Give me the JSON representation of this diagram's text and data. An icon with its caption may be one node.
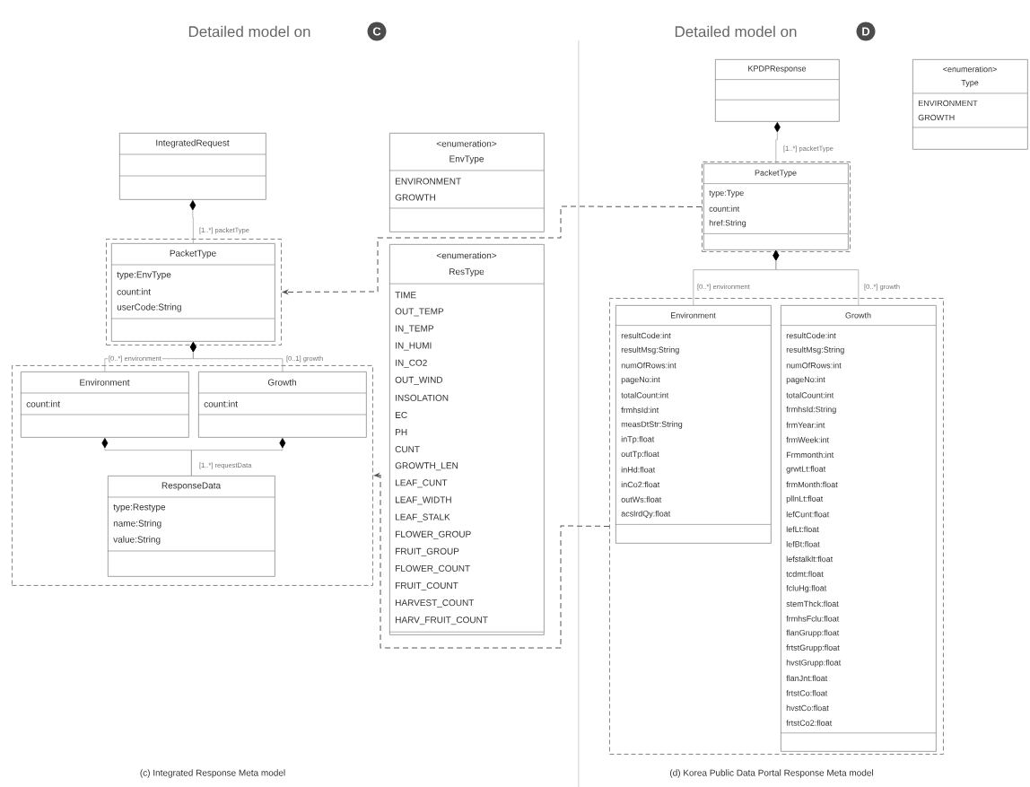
{
  "diagram": {
    "nodes": [
      {
        "text": [
          "IntegratedRequest"
        ]
      },
      {
        "text": [],
        "shape": "box"
      },
      {
        "text": [
          "PacketType",
          "type:EnvType",
          "count:int",
          "userCode:String"
        ],
        "in": 1
      },
      {
        "text": [],
        "shape": "box"
      },
      {
        "text": [
          "Environment",
          "count:int"
        ],
        "in": 3
      },
      {
        "text": [
          "Growth",
          "count:int"
        ],
        "in": 3
      },
      {
        "text": [
          "ResponseData",
          "type:Restype",
          "name:String",
          "value:String"
        ],
        "in": 3
      },
      {
        "text": [
          "<enumeration>",
          "EnvType",
          "ENVIRONMENT",
          "GROWTH"
        ]
      },
      {
        "text": [
          "<enumeration>",
          "ResType",
          "TIME",
          "OUT_TEMP",
          "IN_TEMP",
          "IN_HUMI",
          "IN_CO2",
          "OUT_WIND",
          "INSOLATION",
          "EC",
          "PH",
          "CUNT",
          "GROWTH_LEN",
          "LEAF_CUNT",
          "LEAF_WIDTH",
          "LEAF_STALK",
          "FLOWER_GROUP",
          "FRUIT_GROUP",
          "FLOWER_COUNT",
          "FRUIT_COUNT",
          "HARVEST_COUNT",
          "HARV_FRUIT_COUNT"
        ]
      },
      {
        "text": [
          "KPDPResponse"
        ]
      },
      {
        "text": [
          "<enumeration>",
          "Type",
          "ENVIRONMENT",
          "GROWTH"
        ]
      },
      {
        "text": [],
        "shape": "box"
      },
      {
        "text": [
          "PacketType",
          "type:Type",
          "count:int",
          "href:String"
        ],
        "in": 11
      },
      {
        "text": [],
        "shape": "box"
      },
      {
        "text": [
          "Environment",
          "resultCode:int",
          "resultMsg:String",
          "numOfRows:int",
          "pageNo:int",
          "totalCount:int",
          "frmhsId:int",
          "measDtStr:String",
          "inTp:float",
          "outTp:float",
          "inHd:float",
          "inCo2:float",
          "outWs:float",
          "acslrdQy:float"
        ],
        "in": 13
      },
      {
        "text": [
          "Growth",
          "resultCode:int",
          "resultMsg:String",
          "numOfRows:int",
          "pageNo:int",
          "totalCount:int",
          "frmhsId:String",
          "frmYear:int",
          "frmWeek:int",
          "Frmmonth:int",
          "grwtLt:float",
          "frmMonth:float",
          "pllnLt:float",
          "lefCunt:float",
          "lefLt:float",
          "lefBt:float",
          "lefstalklt:float",
          "tcdmt:float",
          "fcluHg:float",
          "stemThck:float",
          "frmhsFclu:float",
          "flanGrupp:float",
          "frtstGrupp:float",
          "hvstGrupp:float",
          "flanJnt:float",
          "frtstCo:float",
          "hvstCo:float",
          "frtstCo2:float"
        ],
        "in": 13
      }
    ],
    "edges": [
      {
        "from": 0,
        "to": 2,
        "arrow": "other",
        "label": "[1..*] packetType"
      },
      {
        "from": 2,
        "to": 4,
        "arrow": "other",
        "label": "[0..*] environment"
      },
      {
        "from": 2,
        "to": 5,
        "arrow": "other",
        "label": "[0..1] growth"
      },
      {
        "from": 4,
        "to": 6,
        "arrow": "other",
        "label": "[1..*] requestData"
      },
      {
        "from": 5,
        "to": 6,
        "arrow": "other"
      },
      {
        "from": 9,
        "to": 12,
        "arrow": "other",
        "label": "[1..*] packetType"
      },
      {
        "from": 12,
        "to": 14,
        "arrow": "other",
        "label": "[0..*] environment"
      },
      {
        "from": 12,
        "to": 15,
        "arrow": "other",
        "label": "[0..*] growth"
      },
      {
        "from": 11,
        "to": 1,
        "arrow": "to",
        "style": "dashed",
        "color": "#555555"
      },
      {
        "from": 13,
        "to": 3,
        "arrow": "to",
        "style": "dashed",
        "color": "#555555"
      }
    ],
    "labels": [
      "Detailed model on",
      "C",
      "Detailed model on",
      "D",
      "(c) Integrated Response Meta model",
      "(d) Korea Public Data Portal Response Meta model"
    ]
  }
}
